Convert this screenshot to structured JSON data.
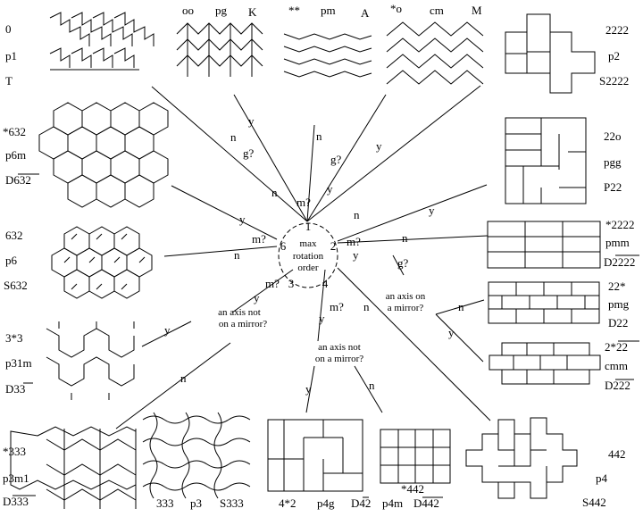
{
  "center": {
    "top": "1",
    "line1": "max",
    "line2": "rotation",
    "line3": "order",
    "left": "6",
    "right": "2",
    "bottom_left": "3",
    "bottom_right": "4"
  },
  "edges": {
    "n": "n",
    "y": "y",
    "g": "g?",
    "m": "m?"
  },
  "questions": {
    "axis_left_1": "an axis not",
    "axis_left_2": "on a mirror?",
    "axis_right_1": "an axis on",
    "axis_right_2": "a mirror?",
    "axis_mid_1": "an axis not",
    "axis_mid_2": "on a mirror?"
  },
  "groups": {
    "p1": {
      "orb": "0",
      "iuc": "p1",
      "cn": "T"
    },
    "pg": {
      "orb": "oo",
      "iuc": "pg",
      "cn": "K"
    },
    "pm": {
      "orb": "**",
      "iuc": "pm",
      "cn": "A"
    },
    "cm": {
      "orb": "*o",
      "iuc": "cm",
      "cn": "M"
    },
    "p2": {
      "orb": "2222",
      "iuc": "p2",
      "cn": "S2222"
    },
    "pgg": {
      "orb": "22o",
      "iuc": "pgg",
      "cn": "P22"
    },
    "pmm": {
      "orb": "*2222",
      "iuc": "pmm",
      "cn": "D2222"
    },
    "pmg": {
      "orb": "22*",
      "iuc": "pmg",
      "cn": "D22"
    },
    "cmm": {
      "orb": "2*22",
      "iuc": "cmm",
      "cn": "D222"
    },
    "p6m": {
      "orb": "*632",
      "iuc": "p6m",
      "cn": "D632"
    },
    "p6": {
      "orb": "632",
      "iuc": "p6",
      "cn": "S632"
    },
    "p31m": {
      "orb": "3*3",
      "iuc": "p31m",
      "cn": "D33"
    },
    "p3m1": {
      "orb": "*333",
      "iuc": "p3m1",
      "cn": "D333"
    },
    "p3": {
      "orb": "333",
      "iuc": "p3",
      "cn": "S333"
    },
    "p4g": {
      "orb": "4*2",
      "iuc": "p4g",
      "cn": "D42"
    },
    "p4m": {
      "orb": "*442",
      "iuc": "p4m",
      "cn": "D442"
    },
    "p4": {
      "orb": "442",
      "iuc": "p4",
      "cn": "S442"
    }
  }
}
